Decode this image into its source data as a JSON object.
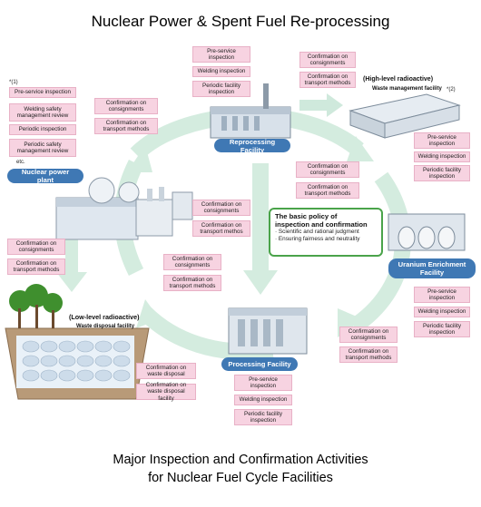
{
  "title": "Nuclear Power & Spent Fuel Re-processing",
  "caption": {
    "line1": "Major Inspection and Confirmation Activities",
    "line2": "for Nuclear Fuel Cycle Facilities"
  },
  "facilities": {
    "nuclear_power_plant": "Nuclear power plant",
    "reprocessing": "Reprocessing Facility",
    "uranium_line1": "Uranium Enrichment",
    "uranium_line2": "Facility",
    "processing": "Processing Facility",
    "high_level_line1": "(High-level radioactive)",
    "high_level_line2": "Waste management facility",
    "low_level_line1": "(Low-level radioactive)",
    "low_level_line2": "Waste disposal facility"
  },
  "notes": {
    "n1": "*(1)",
    "n2": "*(2)",
    "etc": "etc."
  },
  "policy": {
    "title_line1": "The basic policy of",
    "title_line2": "inspection and confirmation",
    "item1": "· Scientific and rational judgment",
    "item2": "· Ensuring fairness and neutrality"
  },
  "labels": {
    "pre_service_inspection": "Pre-service inspection",
    "pre_service_inspection_2": "Pre-service inspection",
    "welding_inspection": "Welding inspection",
    "periodic_facility_inspection": "Periodic facility inspection",
    "welding_safety_review": "Welding safety management review",
    "periodic_inspection": "Periodic inspection",
    "periodic_safety_review": "Periodic safety management review",
    "confirmation_consignments": "Confirmation on consignments",
    "confirmation_transport": "Confirmation on transport methods",
    "confirmation_transport_alt": "Confirmation on transport methos",
    "confirmation_waste_disposal": "Confirmation on waste disposal",
    "confirmation_waste_disposal_facility": "Confirmation on waste disposal facility"
  },
  "colors": {
    "pink_box": "#f7d3e1",
    "facility_badge": "#3f78b4",
    "cycle_arrow": "#cfe9dc",
    "policy_border": "#4aa34a"
  }
}
